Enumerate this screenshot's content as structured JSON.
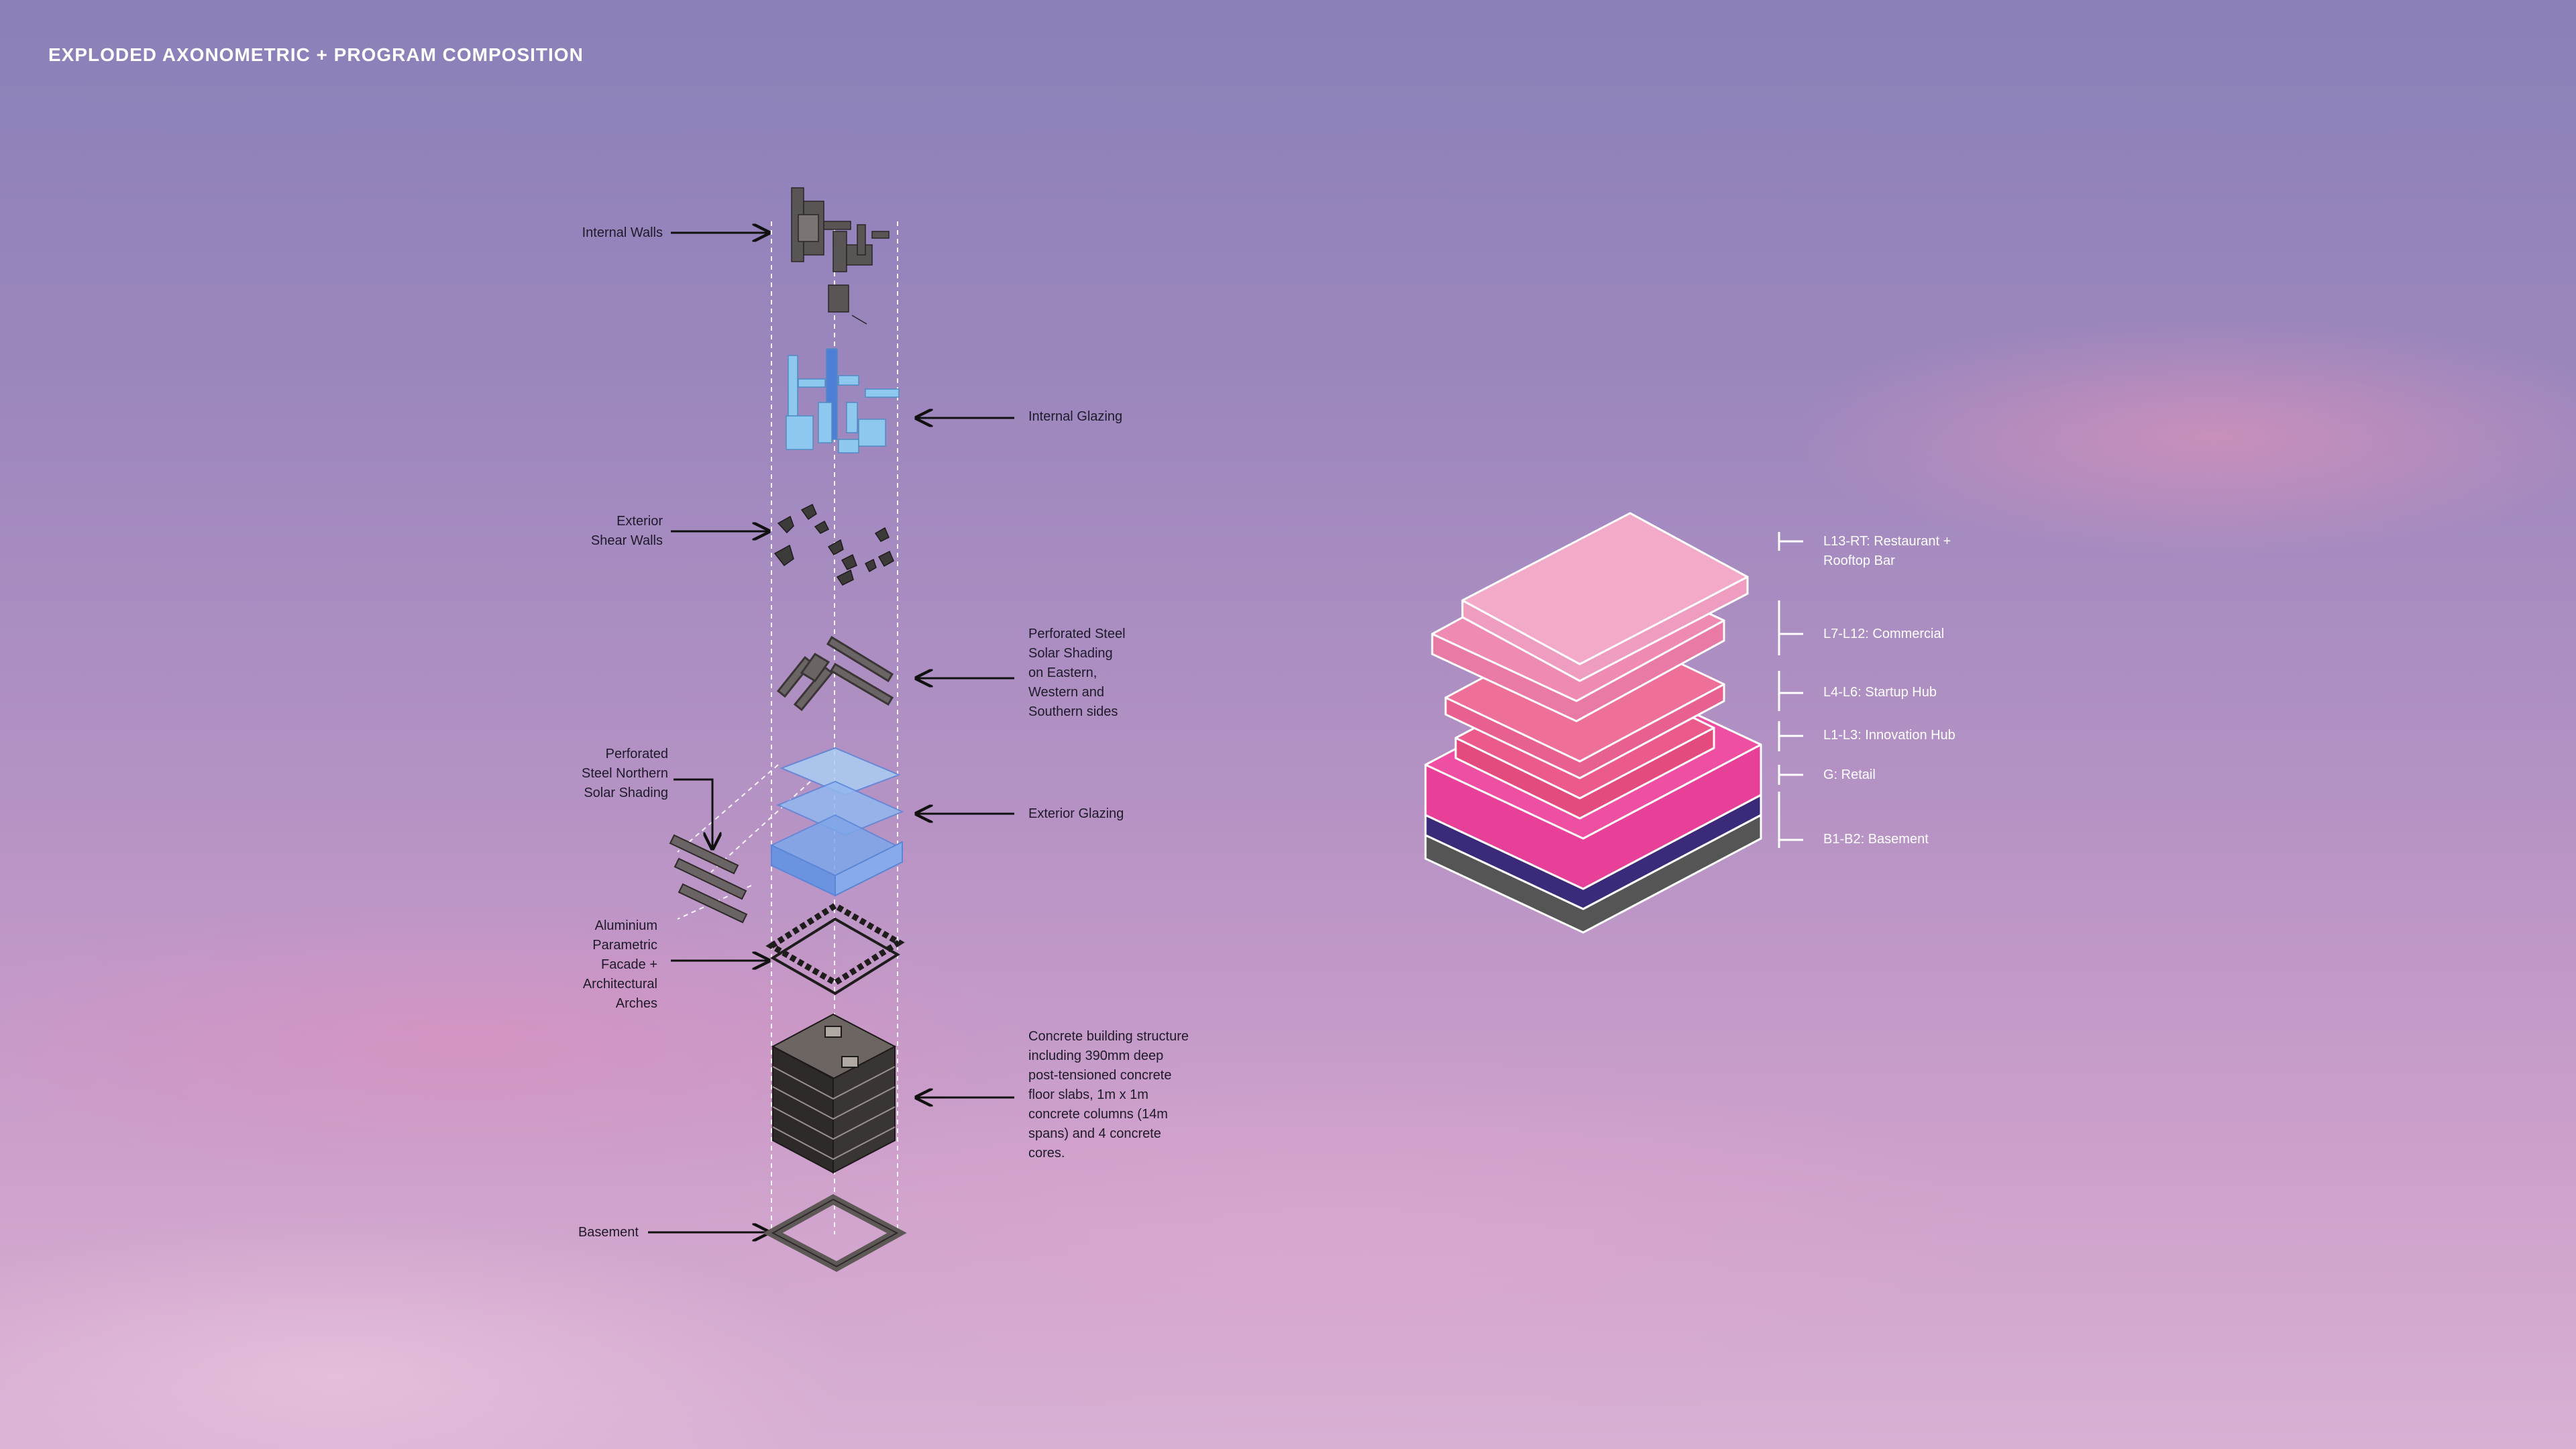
{
  "title": "EXPLODED AXONOMETRIC + PROGRAM COMPOSITION",
  "exploded_labels": {
    "internal_walls": "Internal Walls",
    "internal_glazing": "Internal Glazing",
    "exterior_shear_walls": "Exterior\nShear Walls",
    "perforated_steel_solar_shading": "Perforated Steel\nSolar Shading\non Eastern,\nWestern and\nSouthern sides",
    "perforated_steel_northern_solar_shading": "Perforated\nSteel Northern\nSolar Shading",
    "exterior_glazing": "Exterior Glazing",
    "aluminium_parametric_facade": "Aluminium\nParametric\nFacade +\nArchitectural\nArches",
    "concrete_building_structure": "Concrete building structure\nincluding 390mm deep\npost-tensioned concrete\nfloor slabs, 1m x 1m\nconcrete columns (14m\nspans) and 4 concrete\ncores.",
    "basement": "Basement"
  },
  "program_labels": {
    "l13_rt": "L13-RT: Restaurant +\nRooftop Bar",
    "l7_l12": "L7-L12: Commercial",
    "l4_l6": "L4-L6: Startup Hub",
    "l1_l3": "L1-L3: Innovation Hub",
    "g": "G: Retail",
    "b1_b2": "B1-B2: Basement"
  },
  "colors": {
    "rooftop": "#f3a9c8",
    "commercial": "#ee86ae",
    "startup": "#ec6f9d",
    "innovation": "#e9558a",
    "retail": "#e83f98",
    "basement_upper": "#3b2a7a",
    "basement_lower": "#555555",
    "glazing": "#8ec8ee",
    "structure": "#4a4545"
  }
}
